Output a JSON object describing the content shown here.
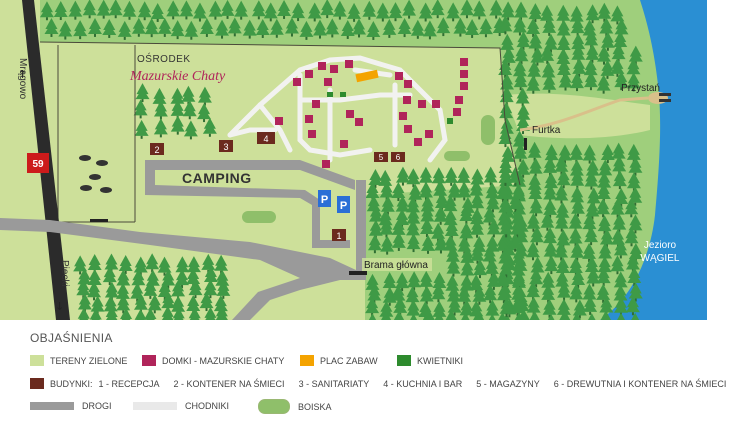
{
  "colors": {
    "green_area": "#cde09a",
    "forest_bg": "#9fcf7c",
    "tree": "#3f9a46",
    "road": "#9a9a9a",
    "path": "#f2f2f0",
    "lake": "#2a8fd3",
    "cottage": "#b0245a",
    "playground": "#f4a300",
    "flowerbed": "#2e8b2e",
    "building": "#6b2a1e",
    "pitch": "#8fbf6a",
    "parking": "#2a6fd6",
    "route_badge": "#cc1b1b"
  },
  "map": {
    "road_top_left": "Mrągowo",
    "road_bottom_left": "Piecki",
    "route_number": "59",
    "resort_label_line1": "OŚRODEK",
    "resort_label_line2": "Mazurskie Chaty",
    "camping_label": "CAMPING",
    "parking_label": "P",
    "gate_main": "Brama główna",
    "gate_side": "Furtka",
    "pier": "Przystań",
    "lake_line1": "Jezioro",
    "lake_line2": "WĄGIEL",
    "building_numbers": [
      "1",
      "2",
      "3",
      "4",
      "5",
      "6"
    ]
  },
  "legend": {
    "title": "OBJAŚNIENIA",
    "green": "TERENY ZIELONE",
    "cottages": "DOMKI - MAZURSKIE CHATY",
    "playground": "PLAC ZABAW",
    "flowerbeds": "KWIETNIKI",
    "buildings_label": "BUDYNKI:",
    "buildings": [
      "1 - RECEPCJA",
      "2 - KONTENER NA ŚMIECI",
      "3 - SANITARIATY",
      "4 - KUCHNIA I BAR",
      "5 - MAGAZYNY",
      "6 - DREWUTNIA I KONTENER NA ŚMIECI"
    ],
    "roads": "DROGI",
    "paths": "CHODNIKI",
    "pitches": "BOISKA"
  }
}
